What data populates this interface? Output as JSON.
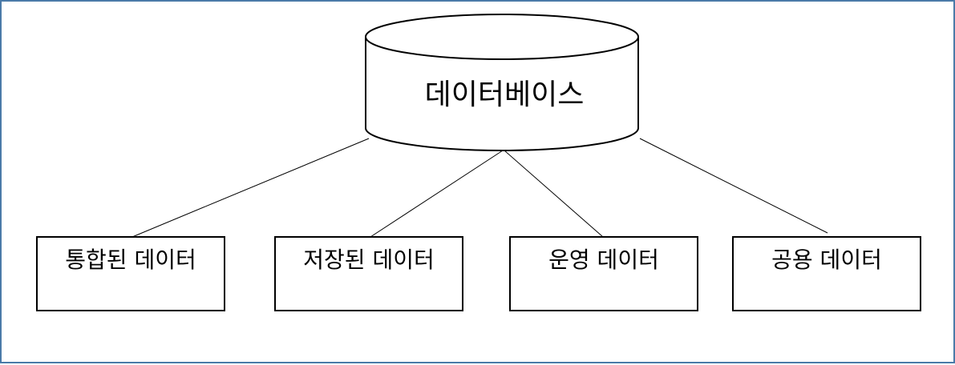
{
  "database": {
    "label": "데이터베이스"
  },
  "children": [
    {
      "label": "통합된 데이터"
    },
    {
      "label": "저장된 데이터"
    },
    {
      "label": "운영 데이터"
    },
    {
      "label": "공용 데이터"
    }
  ],
  "colors": {
    "frame_border": "#4a7aa8",
    "stroke": "#000000",
    "fill": "#ffffff"
  }
}
